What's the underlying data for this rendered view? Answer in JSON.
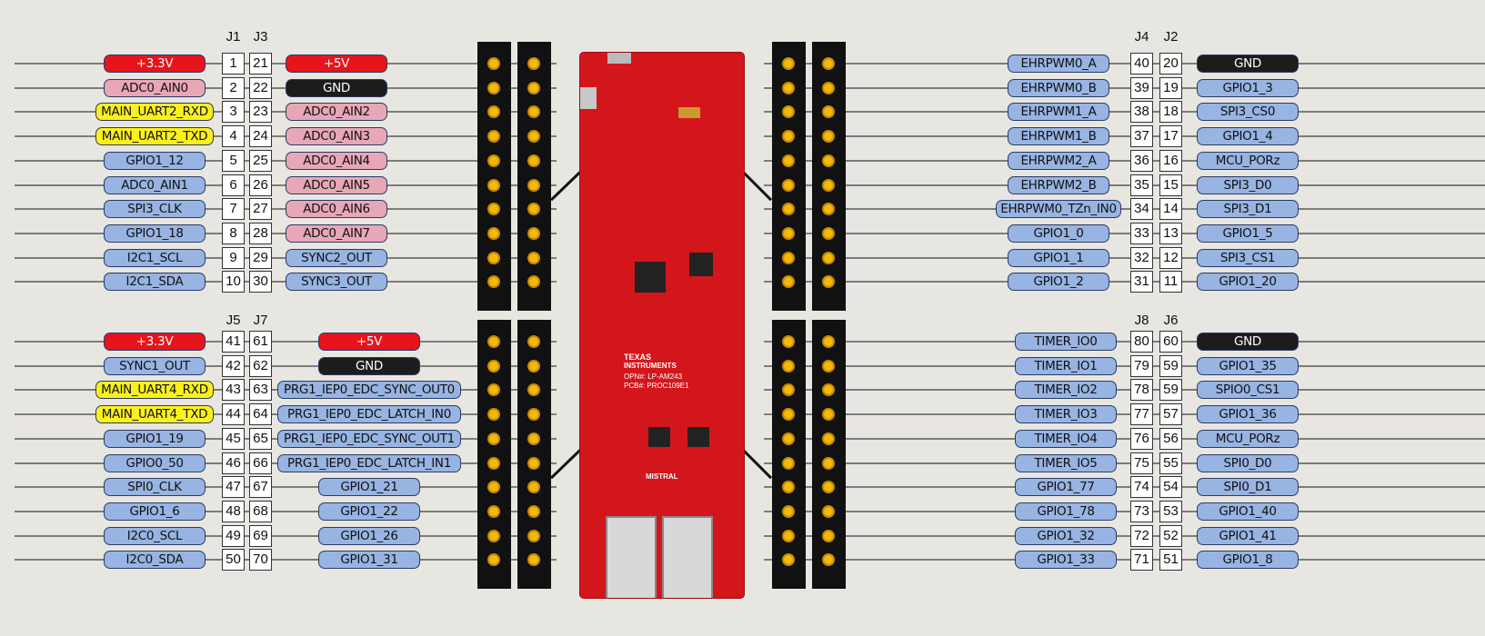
{
  "groups": [
    {
      "id": "top-left",
      "headers": [
        "J1",
        "J3"
      ],
      "pins_a": [
        "1",
        "2",
        "3",
        "4",
        "5",
        "6",
        "7",
        "8",
        "9",
        "10"
      ],
      "pins_b": [
        "21",
        "22",
        "23",
        "24",
        "25",
        "26",
        "27",
        "28",
        "29",
        "30"
      ],
      "labels_a": [
        {
          "text": "+3.3V",
          "color": "red"
        },
        {
          "text": "ADC0_AIN0",
          "color": "pink"
        },
        {
          "text": "MAIN_UART2_RXD",
          "color": "yellow"
        },
        {
          "text": "MAIN_UART2_TXD",
          "color": "yellow"
        },
        {
          "text": "GPIO1_12",
          "color": "blue"
        },
        {
          "text": "ADC0_AIN1",
          "color": "blue"
        },
        {
          "text": "SPI3_CLK",
          "color": "blue"
        },
        {
          "text": "GPIO1_18",
          "color": "blue"
        },
        {
          "text": "I2C1_SCL",
          "color": "blue"
        },
        {
          "text": "I2C1_SDA",
          "color": "blue"
        }
      ],
      "labels_b": [
        {
          "text": "+5V",
          "color": "red"
        },
        {
          "text": "GND",
          "color": "black"
        },
        {
          "text": "ADC0_AIN2",
          "color": "pink"
        },
        {
          "text": "ADC0_AIN3",
          "color": "pink"
        },
        {
          "text": "ADC0_AIN4",
          "color": "pink"
        },
        {
          "text": "ADC0_AIN5",
          "color": "pink"
        },
        {
          "text": "ADC0_AIN6",
          "color": "pink"
        },
        {
          "text": "ADC0_AIN7",
          "color": "pink"
        },
        {
          "text": "SYNC2_OUT",
          "color": "blue"
        },
        {
          "text": "SYNC3_OUT",
          "color": "blue"
        }
      ]
    },
    {
      "id": "bottom-left",
      "headers": [
        "J5",
        "J7"
      ],
      "pins_a": [
        "41",
        "42",
        "43",
        "44",
        "45",
        "46",
        "47",
        "48",
        "49",
        "50"
      ],
      "pins_b": [
        "61",
        "62",
        "63",
        "64",
        "65",
        "66",
        "67",
        "68",
        "69",
        "70"
      ],
      "labels_a": [
        {
          "text": "+3.3V",
          "color": "red"
        },
        {
          "text": "SYNC1_OUT",
          "color": "blue"
        },
        {
          "text": "MAIN_UART4_RXD",
          "color": "yellow"
        },
        {
          "text": "MAIN_UART4_TXD",
          "color": "yellow"
        },
        {
          "text": "GPIO1_19",
          "color": "blue"
        },
        {
          "text": "GPIO0_50",
          "color": "blue"
        },
        {
          "text": "SPI0_CLK",
          "color": "blue"
        },
        {
          "text": "GPIO1_6",
          "color": "blue"
        },
        {
          "text": "I2C0_SCL",
          "color": "blue"
        },
        {
          "text": "I2C0_SDA",
          "color": "blue"
        }
      ],
      "labels_b": [
        {
          "text": "+5V",
          "color": "red"
        },
        {
          "text": "GND",
          "color": "black"
        },
        {
          "text": "PRG1_IEP0_EDC_SYNC_OUT0",
          "color": "blue"
        },
        {
          "text": "PRG1_IEP0_EDC_LATCH_IN0",
          "color": "blue"
        },
        {
          "text": "PRG1_IEP0_EDC_SYNC_OUT1",
          "color": "blue"
        },
        {
          "text": "PRG1_IEP0_EDC_LATCH_IN1",
          "color": "blue"
        },
        {
          "text": "GPIO1_21",
          "color": "blue"
        },
        {
          "text": "GPIO1_22",
          "color": "blue"
        },
        {
          "text": "GPIO1_26",
          "color": "blue"
        },
        {
          "text": "GPIO1_31",
          "color": "blue"
        }
      ]
    },
    {
      "id": "top-right",
      "headers": [
        "J4",
        "J2"
      ],
      "pins_a": [
        "40",
        "39",
        "38",
        "37",
        "36",
        "35",
        "34",
        "33",
        "32",
        "31"
      ],
      "pins_b": [
        "20",
        "19",
        "18",
        "17",
        "16",
        "15",
        "14",
        "13",
        "12",
        "11"
      ],
      "labels_a": [
        {
          "text": "EHRPWM0_A",
          "color": "blue"
        },
        {
          "text": "EHRPWM0_B",
          "color": "blue"
        },
        {
          "text": "EHRPWM1_A",
          "color": "blue"
        },
        {
          "text": "EHRPWM1_B",
          "color": "blue"
        },
        {
          "text": "EHRPWM2_A",
          "color": "blue"
        },
        {
          "text": "EHRPWM2_B",
          "color": "blue"
        },
        {
          "text": "EHRPWM0_TZn_IN0",
          "color": "blue"
        },
        {
          "text": "GPIO1_0",
          "color": "blue"
        },
        {
          "text": "GPIO1_1",
          "color": "blue"
        },
        {
          "text": "GPIO1_2",
          "color": "blue"
        }
      ],
      "labels_b": [
        {
          "text": "GND",
          "color": "black"
        },
        {
          "text": "GPIO1_3",
          "color": "blue"
        },
        {
          "text": "SPI3_CS0",
          "color": "blue"
        },
        {
          "text": "GPIO1_4",
          "color": "blue"
        },
        {
          "text": "MCU_PORz",
          "color": "blue"
        },
        {
          "text": "SPI3_D0",
          "color": "blue"
        },
        {
          "text": "SPI3_D1",
          "color": "blue"
        },
        {
          "text": "GPIO1_5",
          "color": "blue"
        },
        {
          "text": "SPI3_CS1",
          "color": "blue"
        },
        {
          "text": "GPIO1_20",
          "color": "blue"
        }
      ]
    },
    {
      "id": "bottom-right",
      "headers": [
        "J8",
        "J6"
      ],
      "pins_a": [
        "80",
        "79",
        "78",
        "77",
        "76",
        "75",
        "74",
        "73",
        "72",
        "71"
      ],
      "pins_b": [
        "60",
        "59",
        "59",
        "57",
        "56",
        "55",
        "54",
        "53",
        "52",
        "51"
      ],
      "labels_a": [
        {
          "text": "TIMER_IO0",
          "color": "blue"
        },
        {
          "text": "TIMER_IO1",
          "color": "blue"
        },
        {
          "text": "TIMER_IO2",
          "color": "blue"
        },
        {
          "text": "TIMER_IO3",
          "color": "blue"
        },
        {
          "text": "TIMER_IO4",
          "color": "blue"
        },
        {
          "text": "TIMER_IO5",
          "color": "blue"
        },
        {
          "text": "GPIO1_77",
          "color": "blue"
        },
        {
          "text": "GPIO1_78",
          "color": "blue"
        },
        {
          "text": "GPIO1_32",
          "color": "blue"
        },
        {
          "text": "GPIO1_33",
          "color": "blue"
        }
      ],
      "labels_b": [
        {
          "text": "GND",
          "color": "black"
        },
        {
          "text": "GPIO1_35",
          "color": "blue"
        },
        {
          "text": "SPIO0_CS1",
          "color": "blue"
        },
        {
          "text": "GPIO1_36",
          "color": "blue"
        },
        {
          "text": "MCU_PORz",
          "color": "blue"
        },
        {
          "text": "SPI0_D0",
          "color": "blue"
        },
        {
          "text": "SPI0_D1",
          "color": "blue"
        },
        {
          "text": "GPIO1_40",
          "color": "blue"
        },
        {
          "text": "GPIO1_41",
          "color": "blue"
        },
        {
          "text": "GPIO1_8",
          "color": "blue"
        }
      ]
    }
  ],
  "board": {
    "brand_line1": "TEXAS",
    "brand_line2": "INSTRUMENTS",
    "opn": "OPN#: LP-AM243",
    "pcb": "PCB#: PROC109E1",
    "maker": "MISTRAL"
  },
  "palette": {
    "red": "#e8141c",
    "black": "#1c1c1c",
    "pink": "#e8a7b6",
    "yellow": "#fbf01c",
    "blue": "#98b4e2",
    "header_dot": "#f2b90a",
    "board_red": "#d3161c"
  }
}
